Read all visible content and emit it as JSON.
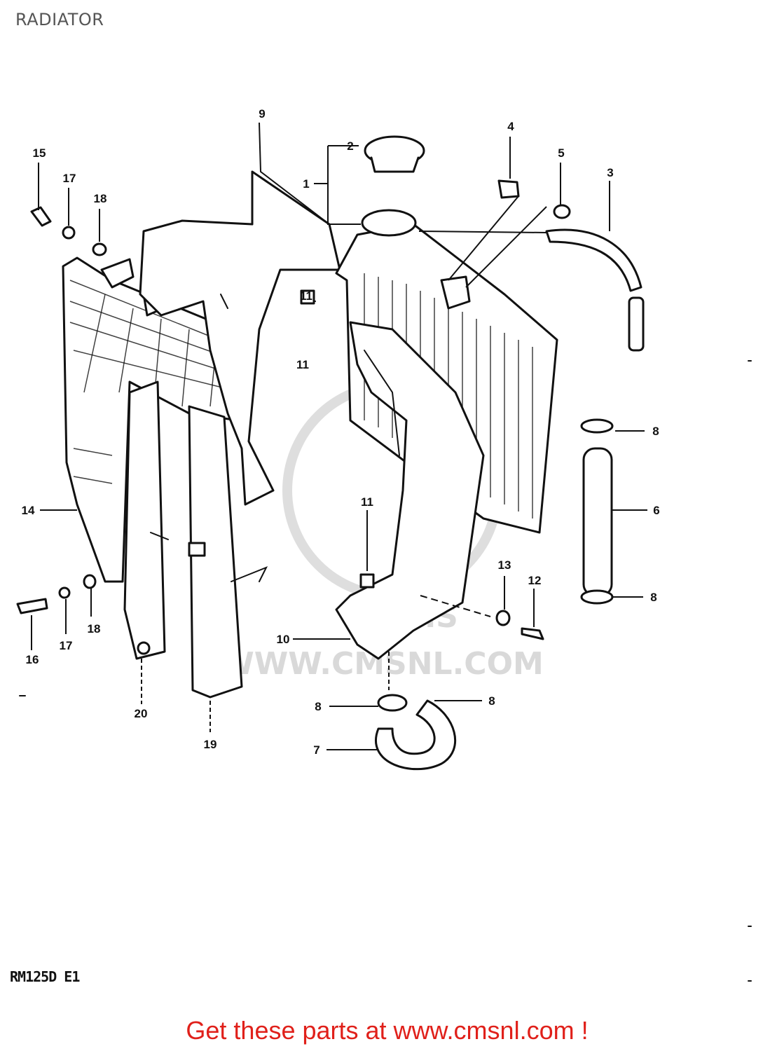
{
  "page_title": "RADIATOR",
  "watermark": {
    "site": "WWW.CMSNL.COM",
    "brand": "CMS"
  },
  "model_code": "RM125D E1",
  "cta": {
    "text": "Get these parts at www.cmsnl.com !"
  },
  "callouts": [
    {
      "id": "1",
      "text": "1"
    },
    {
      "id": "2",
      "text": "2"
    },
    {
      "id": "3",
      "text": "3"
    },
    {
      "id": "4",
      "text": "4"
    },
    {
      "id": "5",
      "text": "5"
    },
    {
      "id": "6",
      "text": "6"
    },
    {
      "id": "7",
      "text": "7"
    },
    {
      "id": "8a",
      "text": "8"
    },
    {
      "id": "8b",
      "text": "8"
    },
    {
      "id": "8c",
      "text": "8"
    },
    {
      "id": "8d",
      "text": "8"
    },
    {
      "id": "9",
      "text": "9"
    },
    {
      "id": "10",
      "text": "10"
    },
    {
      "id": "11a",
      "text": "11"
    },
    {
      "id": "11b",
      "text": "11"
    },
    {
      "id": "12",
      "text": "12"
    },
    {
      "id": "13",
      "text": "13"
    },
    {
      "id": "14",
      "text": "14"
    },
    {
      "id": "15",
      "text": "15"
    },
    {
      "id": "16",
      "text": "16"
    },
    {
      "id": "17a",
      "text": "17"
    },
    {
      "id": "17b",
      "text": "17"
    },
    {
      "id": "18a",
      "text": "18"
    },
    {
      "id": "18b",
      "text": "18"
    },
    {
      "id": "19",
      "text": "19"
    },
    {
      "id": "20",
      "text": "20"
    }
  ]
}
